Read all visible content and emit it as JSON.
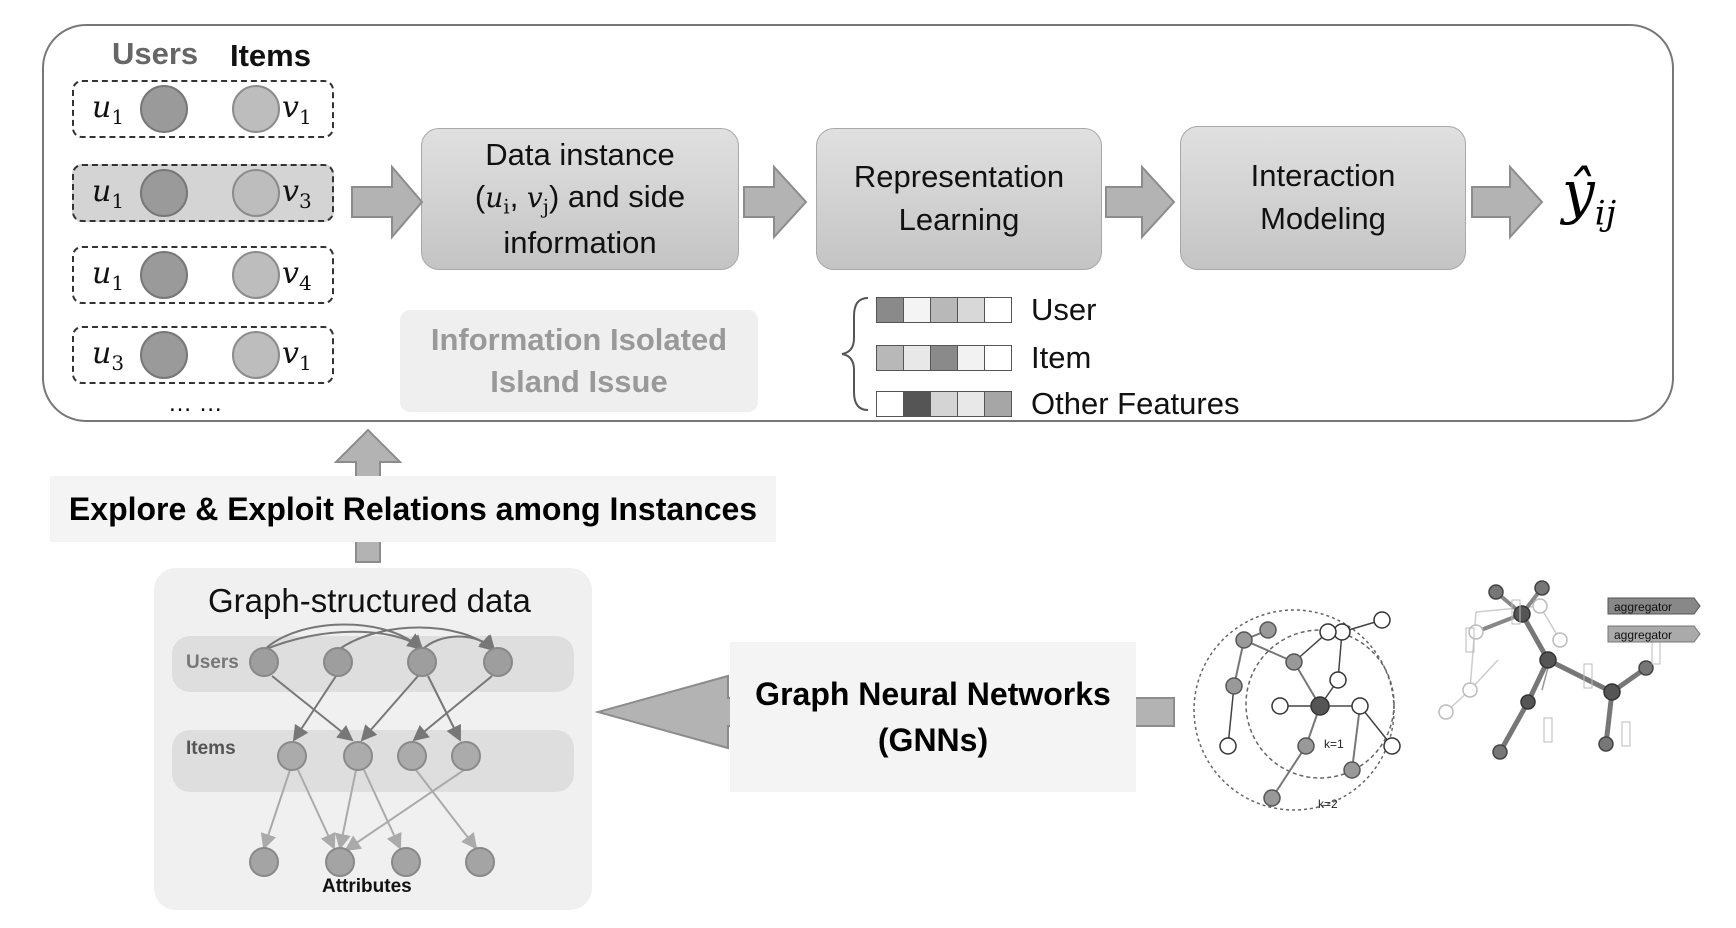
{
  "pipeline": {
    "users_header": "Users",
    "items_header": "Items",
    "pairs": [
      {
        "u": "u",
        "u_sub": "1",
        "v": "v",
        "v_sub": "1",
        "highlight": false
      },
      {
        "u": "u",
        "u_sub": "1",
        "v": "v",
        "v_sub": "3",
        "highlight": true
      },
      {
        "u": "u",
        "u_sub": "1",
        "v": "v",
        "v_sub": "4",
        "highlight": false
      },
      {
        "u": "u",
        "u_sub": "3",
        "v": "v",
        "v_sub": "1",
        "highlight": false
      }
    ],
    "ellipsis": "… …",
    "data_instance": {
      "line1": "Data instance",
      "line2_prefix": "(",
      "line2_ui": "u",
      "line2_ui_sub": "i",
      "line2_sep": ", ",
      "line2_vj": "v",
      "line2_vj_sub": "j",
      "line2_suffix": ") and side",
      "line3": "information"
    },
    "representation_learning": "Representation Learning",
    "interaction_modeling": "Interaction Modeling",
    "output": "ŷ",
    "output_sub": "ij",
    "island_issue": "Information Isolated Island Issue",
    "features": [
      {
        "label": "User",
        "cells": [
          "#8a8a8a",
          "#f4f4f4",
          "#b8b8b8",
          "#d8d8d8",
          "#ffffff"
        ]
      },
      {
        "label": "Item",
        "cells": [
          "#b8b8b8",
          "#e8e8e8",
          "#8a8a8a",
          "#f2f2f2",
          "#ffffff"
        ]
      },
      {
        "label": "Other Features",
        "cells": [
          "#ffffff",
          "#555555",
          "#d4d4d4",
          "#e8e8e8",
          "#a6a6a6"
        ]
      }
    ]
  },
  "explore_label": "Explore & Exploit Relations among Instances",
  "graph": {
    "title": "Graph-structured data",
    "users_label": "Users",
    "items_label": "Items",
    "attributes_label": "Attributes"
  },
  "gnn": {
    "line1": "Graph Neural Networks",
    "line2": "(GNNs)"
  },
  "gnn_illustration": {
    "k1": "k=1",
    "k2": "k=2",
    "aggregator1": "aggregator",
    "aggregator2": "aggregator"
  }
}
